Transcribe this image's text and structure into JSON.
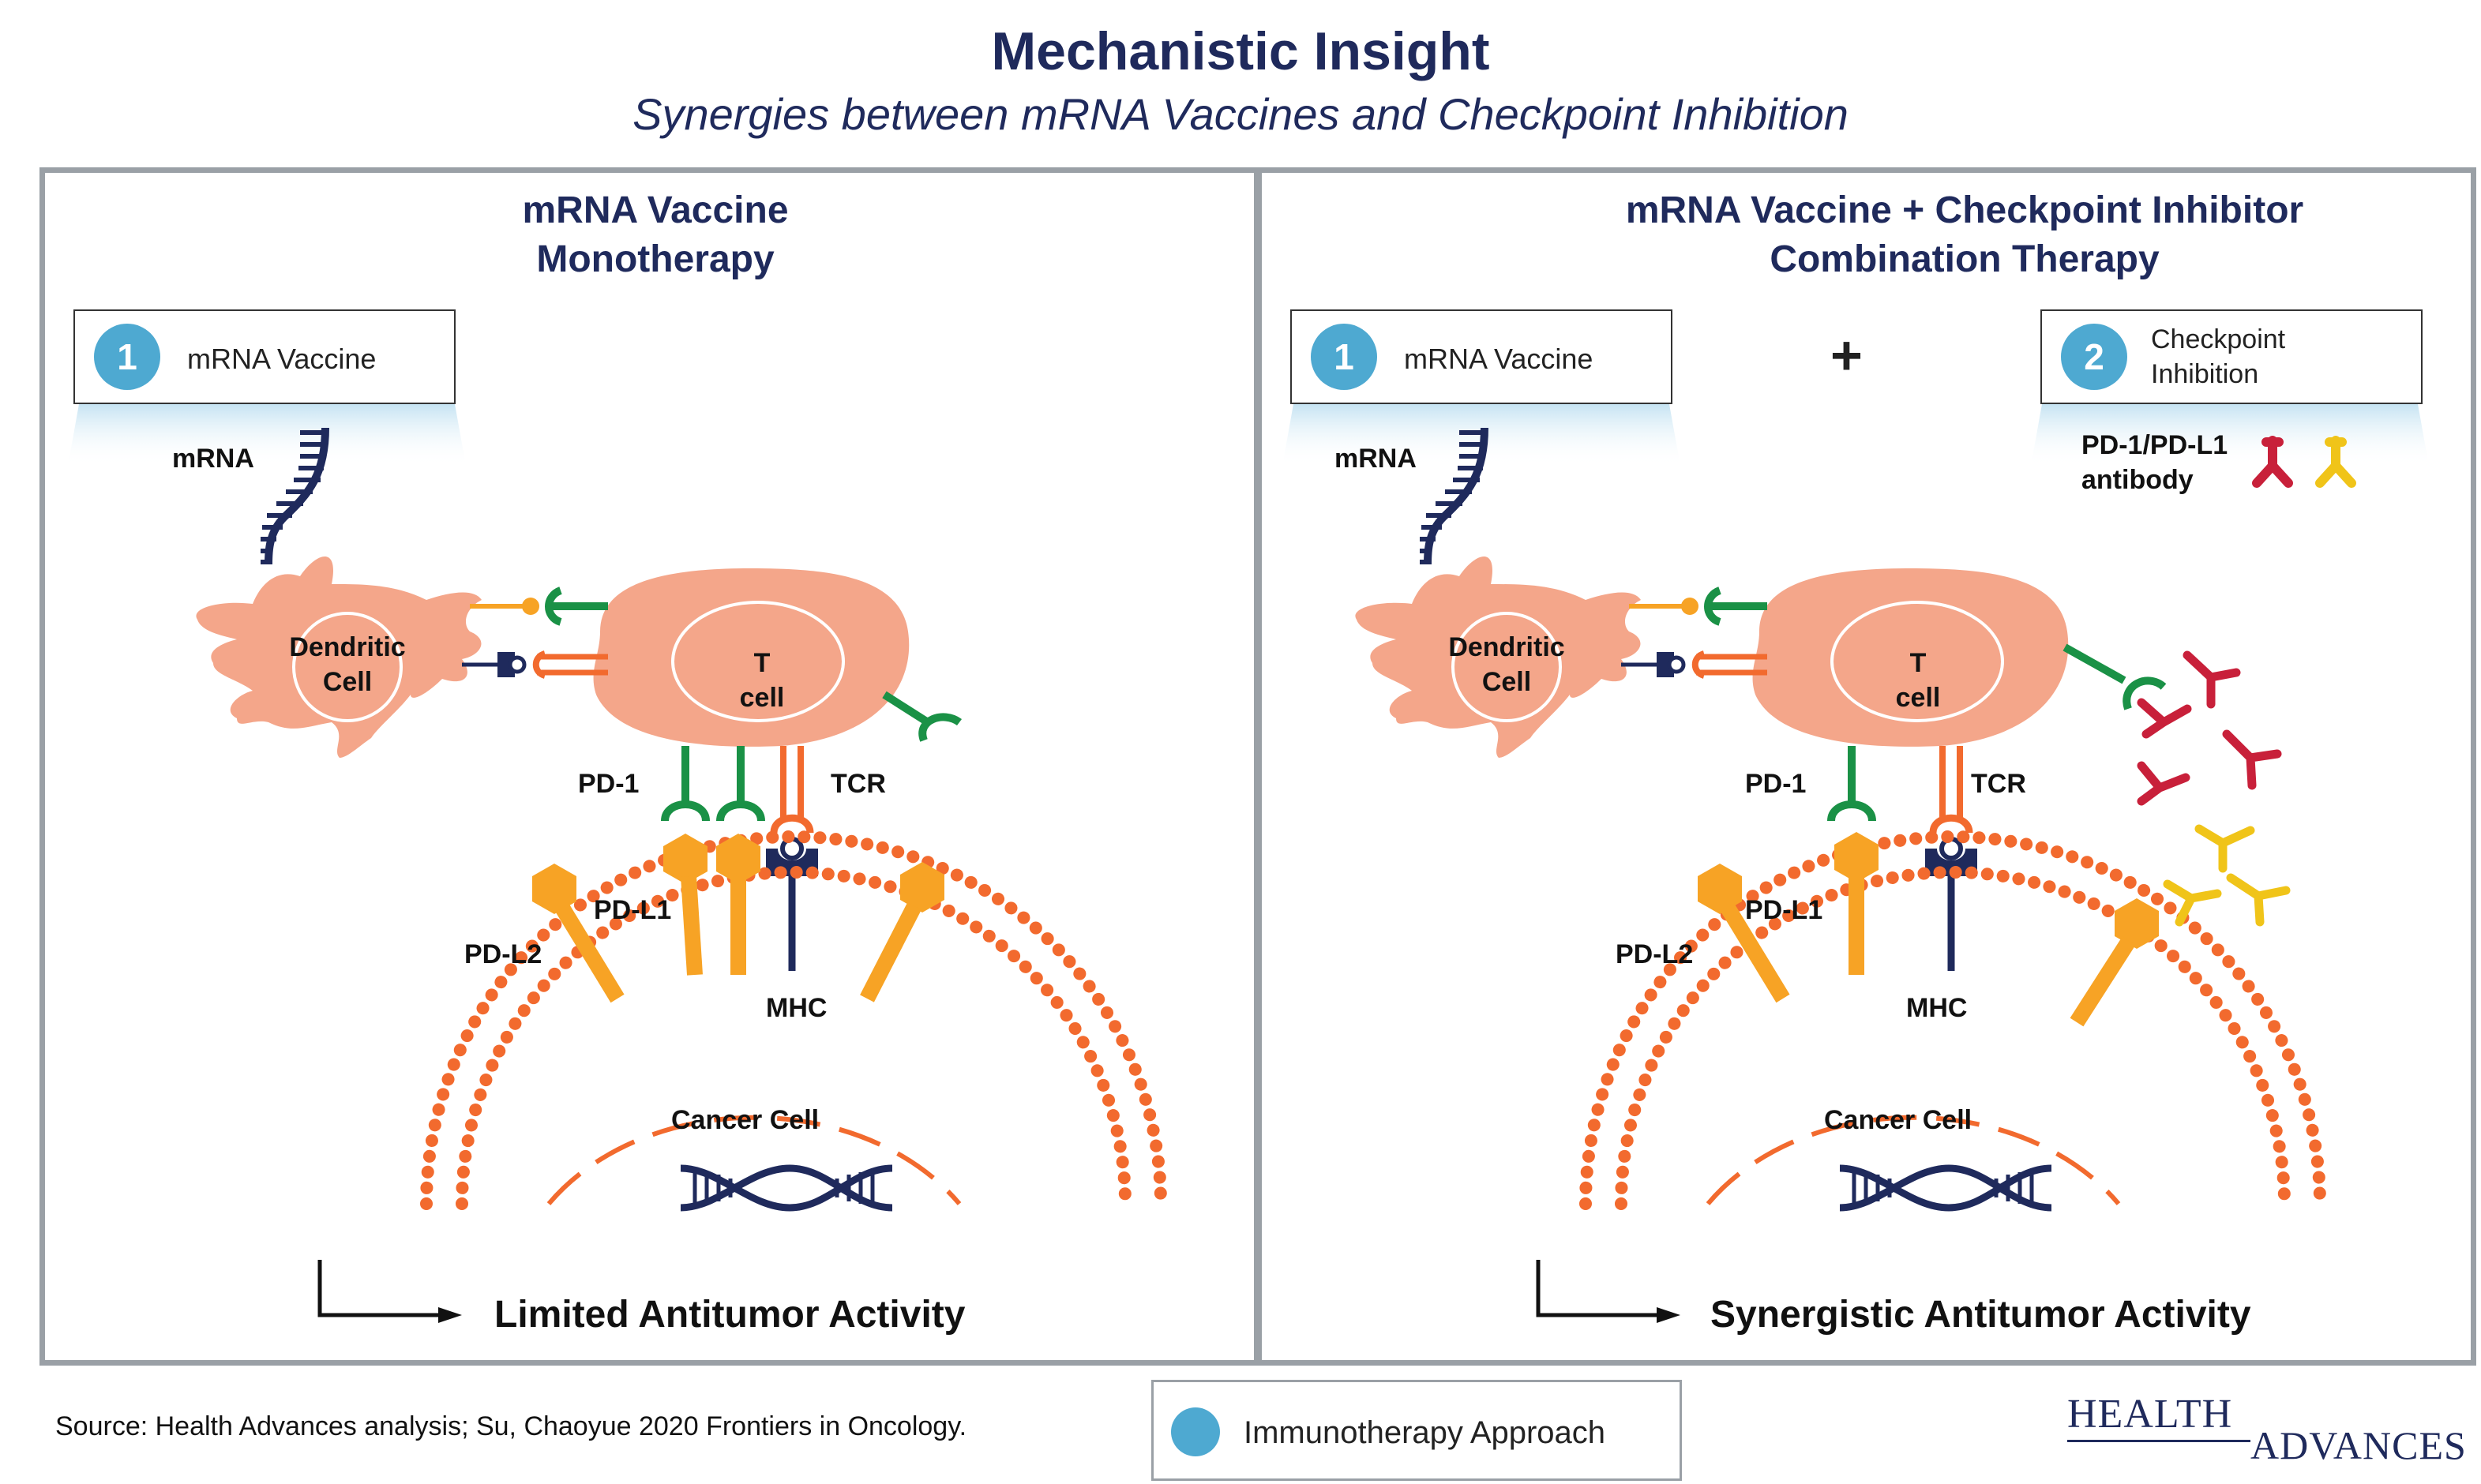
{
  "header": {
    "title": "Mechanistic Insight",
    "subtitle": "Synergies between mRNA Vaccines and Checkpoint Inhibition"
  },
  "left_panel": {
    "title_line1": "mRNA Vaccine",
    "title_line2": "Monotherapy",
    "step_number": "1",
    "step_label": "mRNA Vaccine",
    "mrna_label": "mRNA",
    "dendritic_line1": "Dendritic",
    "dendritic_line2": "Cell",
    "tcell_line1": "T",
    "tcell_line2": "cell",
    "pd1_label": "PD-1",
    "tcr_label": "TCR",
    "pdl1_label": "PD-L1",
    "pdl2_label": "PD-L2",
    "mhc_label": "MHC",
    "cancer_label": "Cancer Cell",
    "outcome": "Limited Antitumor Activity"
  },
  "right_panel": {
    "title_line1": "mRNA Vaccine + Checkpoint Inhibitor",
    "title_line2": "Combination Therapy",
    "step1_number": "1",
    "step1_label": "mRNA Vaccine",
    "plus": "+",
    "step2_number": "2",
    "step2_line1": "Checkpoint",
    "step2_line2": "Inhibition",
    "antibody_line1": "PD-1/PD-L1",
    "antibody_line2": "antibody",
    "mrna_label": "mRNA",
    "dendritic_line1": "Dendritic",
    "dendritic_line2": "Cell",
    "tcell_line1": "T",
    "tcell_line2": "cell",
    "pd1_label": "PD-1",
    "tcr_label": "TCR",
    "pdl1_label": "PD-L1",
    "pdl2_label": "PD-L2",
    "mhc_label": "MHC",
    "cancer_label": "Cancer Cell",
    "outcome": "Synergistic Antitumor Activity"
  },
  "footer": {
    "source": "Source:  Health Advances analysis; Su, Chaoyue 2020 Frontiers in Oncology.",
    "legend_label": "Immunotherapy Approach",
    "logo_line1": "HEALTH",
    "logo_line2": "ADVANCES"
  },
  "colors": {
    "navy": "#1f2a5c",
    "cell_salmon": "#f4a68a",
    "membrane_orange": "#f26a2e",
    "ligand_orange": "#f7a325",
    "receptor_green": "#1a9146",
    "antibody_red": "#c8203a",
    "antibody_yellow": "#f0c419",
    "approach_blue": "#4ea9d1"
  },
  "icons": [
    "mrna-strand-icon",
    "dna-helix-icon",
    "antibody-icon",
    "right-angle-arrow-icon"
  ]
}
